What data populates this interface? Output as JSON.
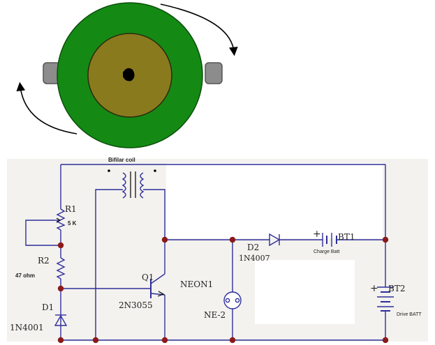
{
  "colors": {
    "rotor_outer": "#148a14",
    "rotor_inner": "#8a7a1e",
    "magnet": "#8c8c8c",
    "wire": "#2e2e9c",
    "junction": "#8b1a1a",
    "panel": "#f3f2ee",
    "rotation_arrow": "#000000"
  },
  "icons": {
    "rotor": "rotor-icon",
    "magnet": "magnet-icon",
    "rotation_arrow": "curved-arrow-icon"
  },
  "circuit": {
    "coil": {
      "label": "Bifilar coil"
    },
    "r1": {
      "ref": "R1",
      "value": "5 K"
    },
    "r2": {
      "ref": "R2",
      "value": "47 ohm"
    },
    "q1": {
      "ref": "Q1",
      "value": "2N3055"
    },
    "d1": {
      "ref": "D1",
      "value": "1N4001"
    },
    "d2": {
      "ref": "D2",
      "value": "1N4007"
    },
    "neon": {
      "ref": "NEON1",
      "value": "NE-2"
    },
    "bt1": {
      "ref": "BT1",
      "value": "Charge Batt",
      "plus": "+"
    },
    "bt2": {
      "ref": "BT2",
      "value": "Drive BATT",
      "plus": "+"
    }
  }
}
